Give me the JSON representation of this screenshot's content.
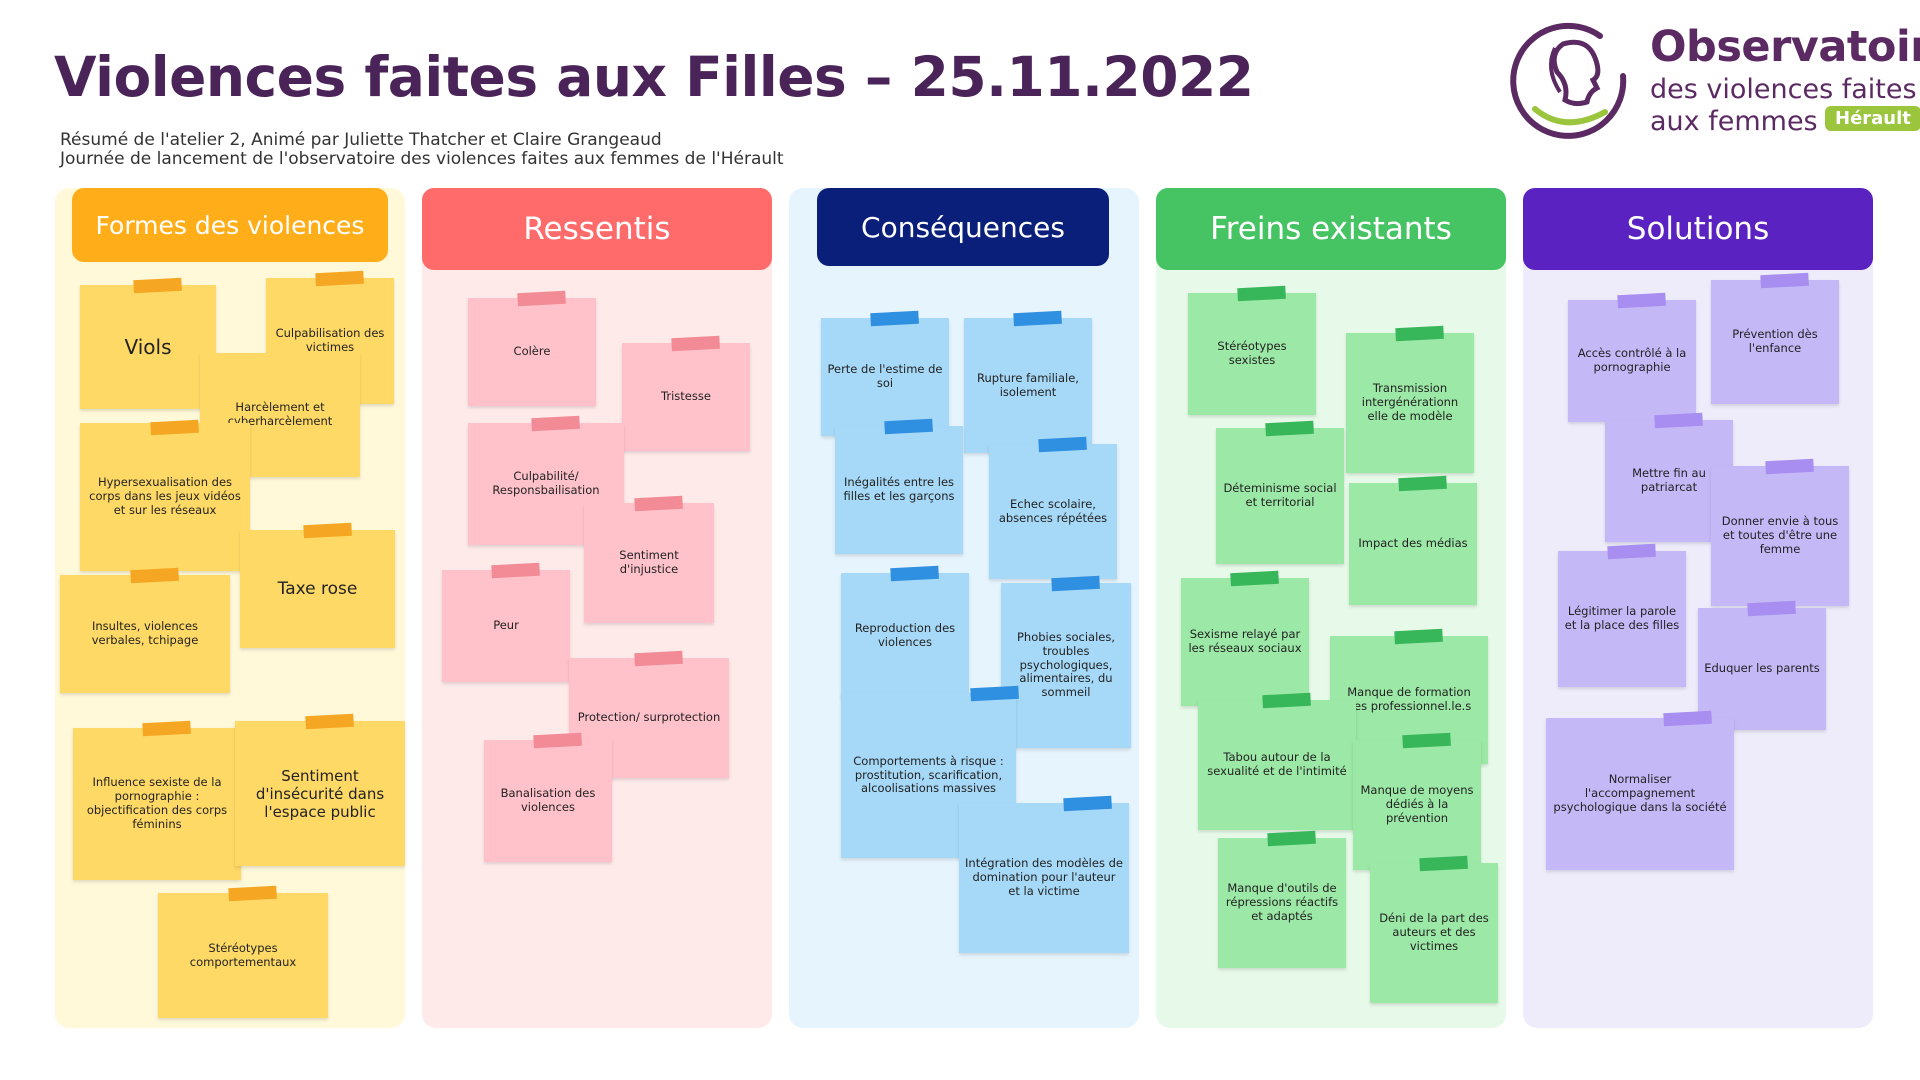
{
  "header": {
    "title": "Violences faites aux Filles – 25.11.2022",
    "subtitle_line1": "Résumé de l'atelier 2, Animé par Juliette Thatcher et Claire Grangeaud",
    "subtitle_line2": "Journée de lancement de l'observatoire des violences faites aux femmes de l'Hérault"
  },
  "logo": {
    "line1": "Observatoire",
    "line2": "des violences faites",
    "line3": "aux femmes",
    "badge": "Hérault",
    "colors": {
      "purple": "#5b2a63",
      "green": "#9bc53d"
    }
  },
  "colors": {
    "forms_header": "#ffae1a",
    "forms_bg": "#fff8d9",
    "forms_note": "#ffd966",
    "forms_tape": "#f5a623",
    "ressentis_header": "#ff6b6b",
    "ressentis_bg": "#ffeaea",
    "ressentis_note": "#ffc2cb",
    "ressentis_tape": "#f28b95",
    "consequences_header": "#0a1f7a",
    "consequences_bg": "#e6f4fd",
    "consequences_note": "#a6d8f7",
    "consequences_tape": "#2f8fe0",
    "freins_header": "#46c463",
    "freins_bg": "#e7f9e8",
    "freins_note": "#9ce8a6",
    "freins_tape": "#37b75a",
    "solutions_header": "#5b22c2",
    "solutions_bg": "#eeecfb",
    "solutions_note": "#c5b8f7",
    "solutions_tape": "#a78ef0"
  },
  "columns": [
    {
      "title": "Formes des violences",
      "notes": [
        "Viols",
        "Culpabilisation des victimes",
        "Harcèlement et cyberharcèlement",
        "Hypersexualisation des corps dans les jeux vidéos et sur les réseaux",
        "Taxe rose",
        "Insultes, violences verbales, tchipage",
        "Influence sexiste de la pornographie : objectification des corps féminins",
        "Sentiment d'insécurité dans l'espace public",
        "Stéréotypes comportementaux"
      ]
    },
    {
      "title": "Ressentis",
      "notes": [
        "Colère",
        "Tristesse",
        "Culpabilité/ Responsbailisation",
        "Sentiment d'injustice",
        "Peur",
        "Protection/ surprotection",
        "Banalisation des violences"
      ]
    },
    {
      "title": "Conséquences",
      "notes": [
        "Perte de l'estime de soi",
        "Rupture familiale, isolement",
        "Inégalités entre les filles et les garçons",
        "Echec scolaire, absences répétées",
        "Reproduction des violences",
        "Phobies sociales, troubles psychologiques, alimentaires, du sommeil",
        "Comportements à risque : prostitution, scarification, alcoolisations massives",
        "Intégration des modèles de domination pour l'auteur et la victime"
      ]
    },
    {
      "title": "Freins existants",
      "notes": [
        "Stéréotypes sexistes",
        "Transmission intergénérationn elle de modèle",
        "Déteminisme social et territorial",
        "Impact des médias",
        "Sexisme relayé par les réseaux sociaux",
        "Manque de formation des professionnel.le.s",
        "Tabou autour de la sexualité et de l'intimité",
        "Manque de moyens dédiés à la prévention",
        "Manque d'outils de répressions réactifs et adaptés",
        "Déni de la part des auteurs et des victimes"
      ]
    },
    {
      "title": "Solutions",
      "notes": [
        "Accès contrôlé à la pornographie",
        "Prévention dès l'enfance",
        "Mettre fin au patriarcat",
        "Donner envie à tous et toutes d'être une femme",
        "Légitimer la parole et la place des filles",
        "Eduquer les parents",
        "Normaliser l'accompagnement psychologique dans la société"
      ]
    }
  ]
}
